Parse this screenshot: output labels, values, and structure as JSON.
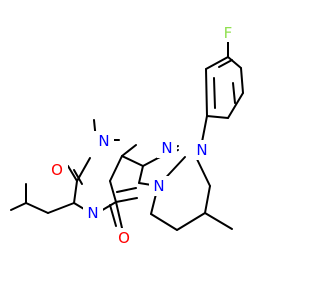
{
  "colors": {
    "bond": "#000000",
    "carbon": "#000000",
    "nitrogen": "#0000ff",
    "oxygen": "#ff0000",
    "fluorine": "#90e050",
    "background": "#ffffff"
  },
  "atoms": {
    "F": "F",
    "N9": "N",
    "N1": "N",
    "N7": "N",
    "N_ring": "N",
    "N3": "N",
    "N_pyr": "N",
    "O_top": "O",
    "O_bottom": "O"
  }
}
